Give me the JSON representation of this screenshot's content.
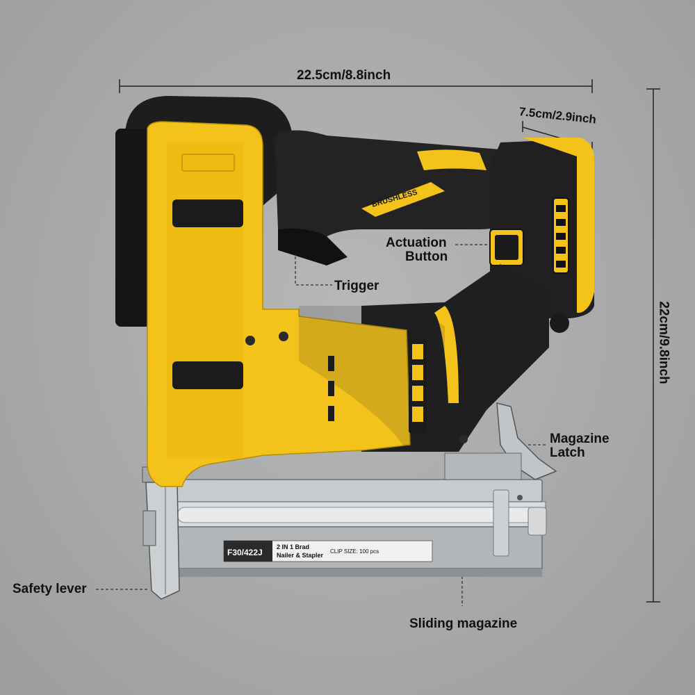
{
  "dimensions": {
    "width_label": "22.5cm/8.8inch",
    "depth_label": "7.5cm/2.9inch",
    "height_label": "22cm/9.8inch"
  },
  "callouts": {
    "actuation_line1": "Actuation",
    "actuation_line2": "Button",
    "trigger": "Trigger",
    "magazine_latch_line1": "Magazine",
    "magazine_latch_line2": "Latch",
    "safety_lever": "Safety lever",
    "sliding_magazine": "Sliding magazine"
  },
  "product_text": {
    "grip_badge": "BRUSHLESS",
    "model": "F30/422J",
    "type_line1": "2 IN 1 Brad",
    "type_line2": "Nailer & Stapler",
    "clip_size": "CLIP SIZE: 100 pcs"
  },
  "colors": {
    "background": "#a9aaab",
    "body_yellow": "#f3c21b",
    "body_black": "#1d1d1d",
    "magazine_silver": "#b9bcbf"
  }
}
